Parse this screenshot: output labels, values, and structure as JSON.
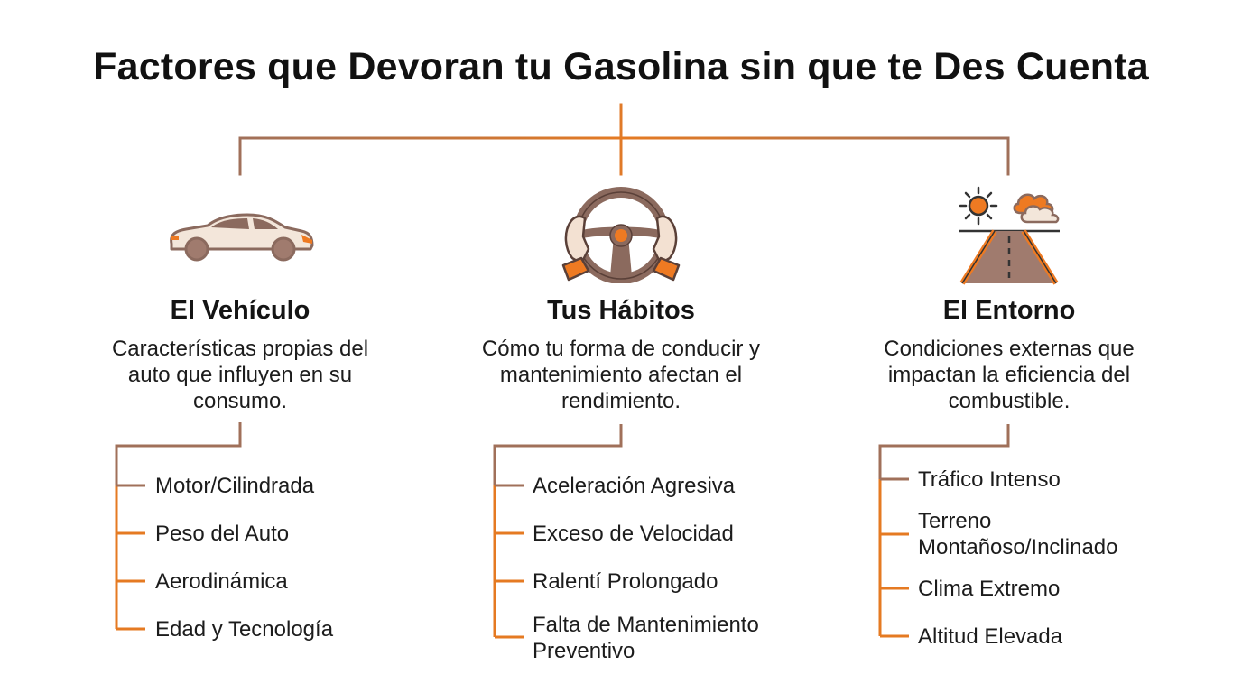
{
  "title": "Factores que Devoran tu Gasolina sin que te Des Cuenta",
  "colors": {
    "line_brown": "#a0705a",
    "line_orange": "#e57a22",
    "icon_brown": "#8b6a5e",
    "icon_orange": "#ee7a22",
    "car_body": "#f3e6da"
  },
  "columns": [
    {
      "icon": "car-icon",
      "title": "El Vehículo",
      "description": "Características propias del auto que influyen en su consumo.",
      "items": [
        "Motor/Cilindrada",
        "Peso del Auto",
        "Aerodinámica",
        "Edad y Tecnología"
      ]
    },
    {
      "icon": "steering-wheel-icon",
      "title": "Tus Hábitos",
      "description": "Cómo tu forma de conducir y mantenimiento afectan el rendimiento.",
      "items": [
        "Aceleración Agresiva",
        "Exceso de Velocidad",
        "Ralentí Prolongado",
        "Falta de Mantenimiento Preventivo"
      ]
    },
    {
      "icon": "road-weather-icon",
      "title": "El Entorno",
      "description": "Condiciones externas que impactan la eficiencia del combustible.",
      "items": [
        "Tráfico Intenso",
        "Terreno Montañoso/Inclinado",
        "Clima Extremo",
        "Altitud Elevada"
      ]
    }
  ]
}
